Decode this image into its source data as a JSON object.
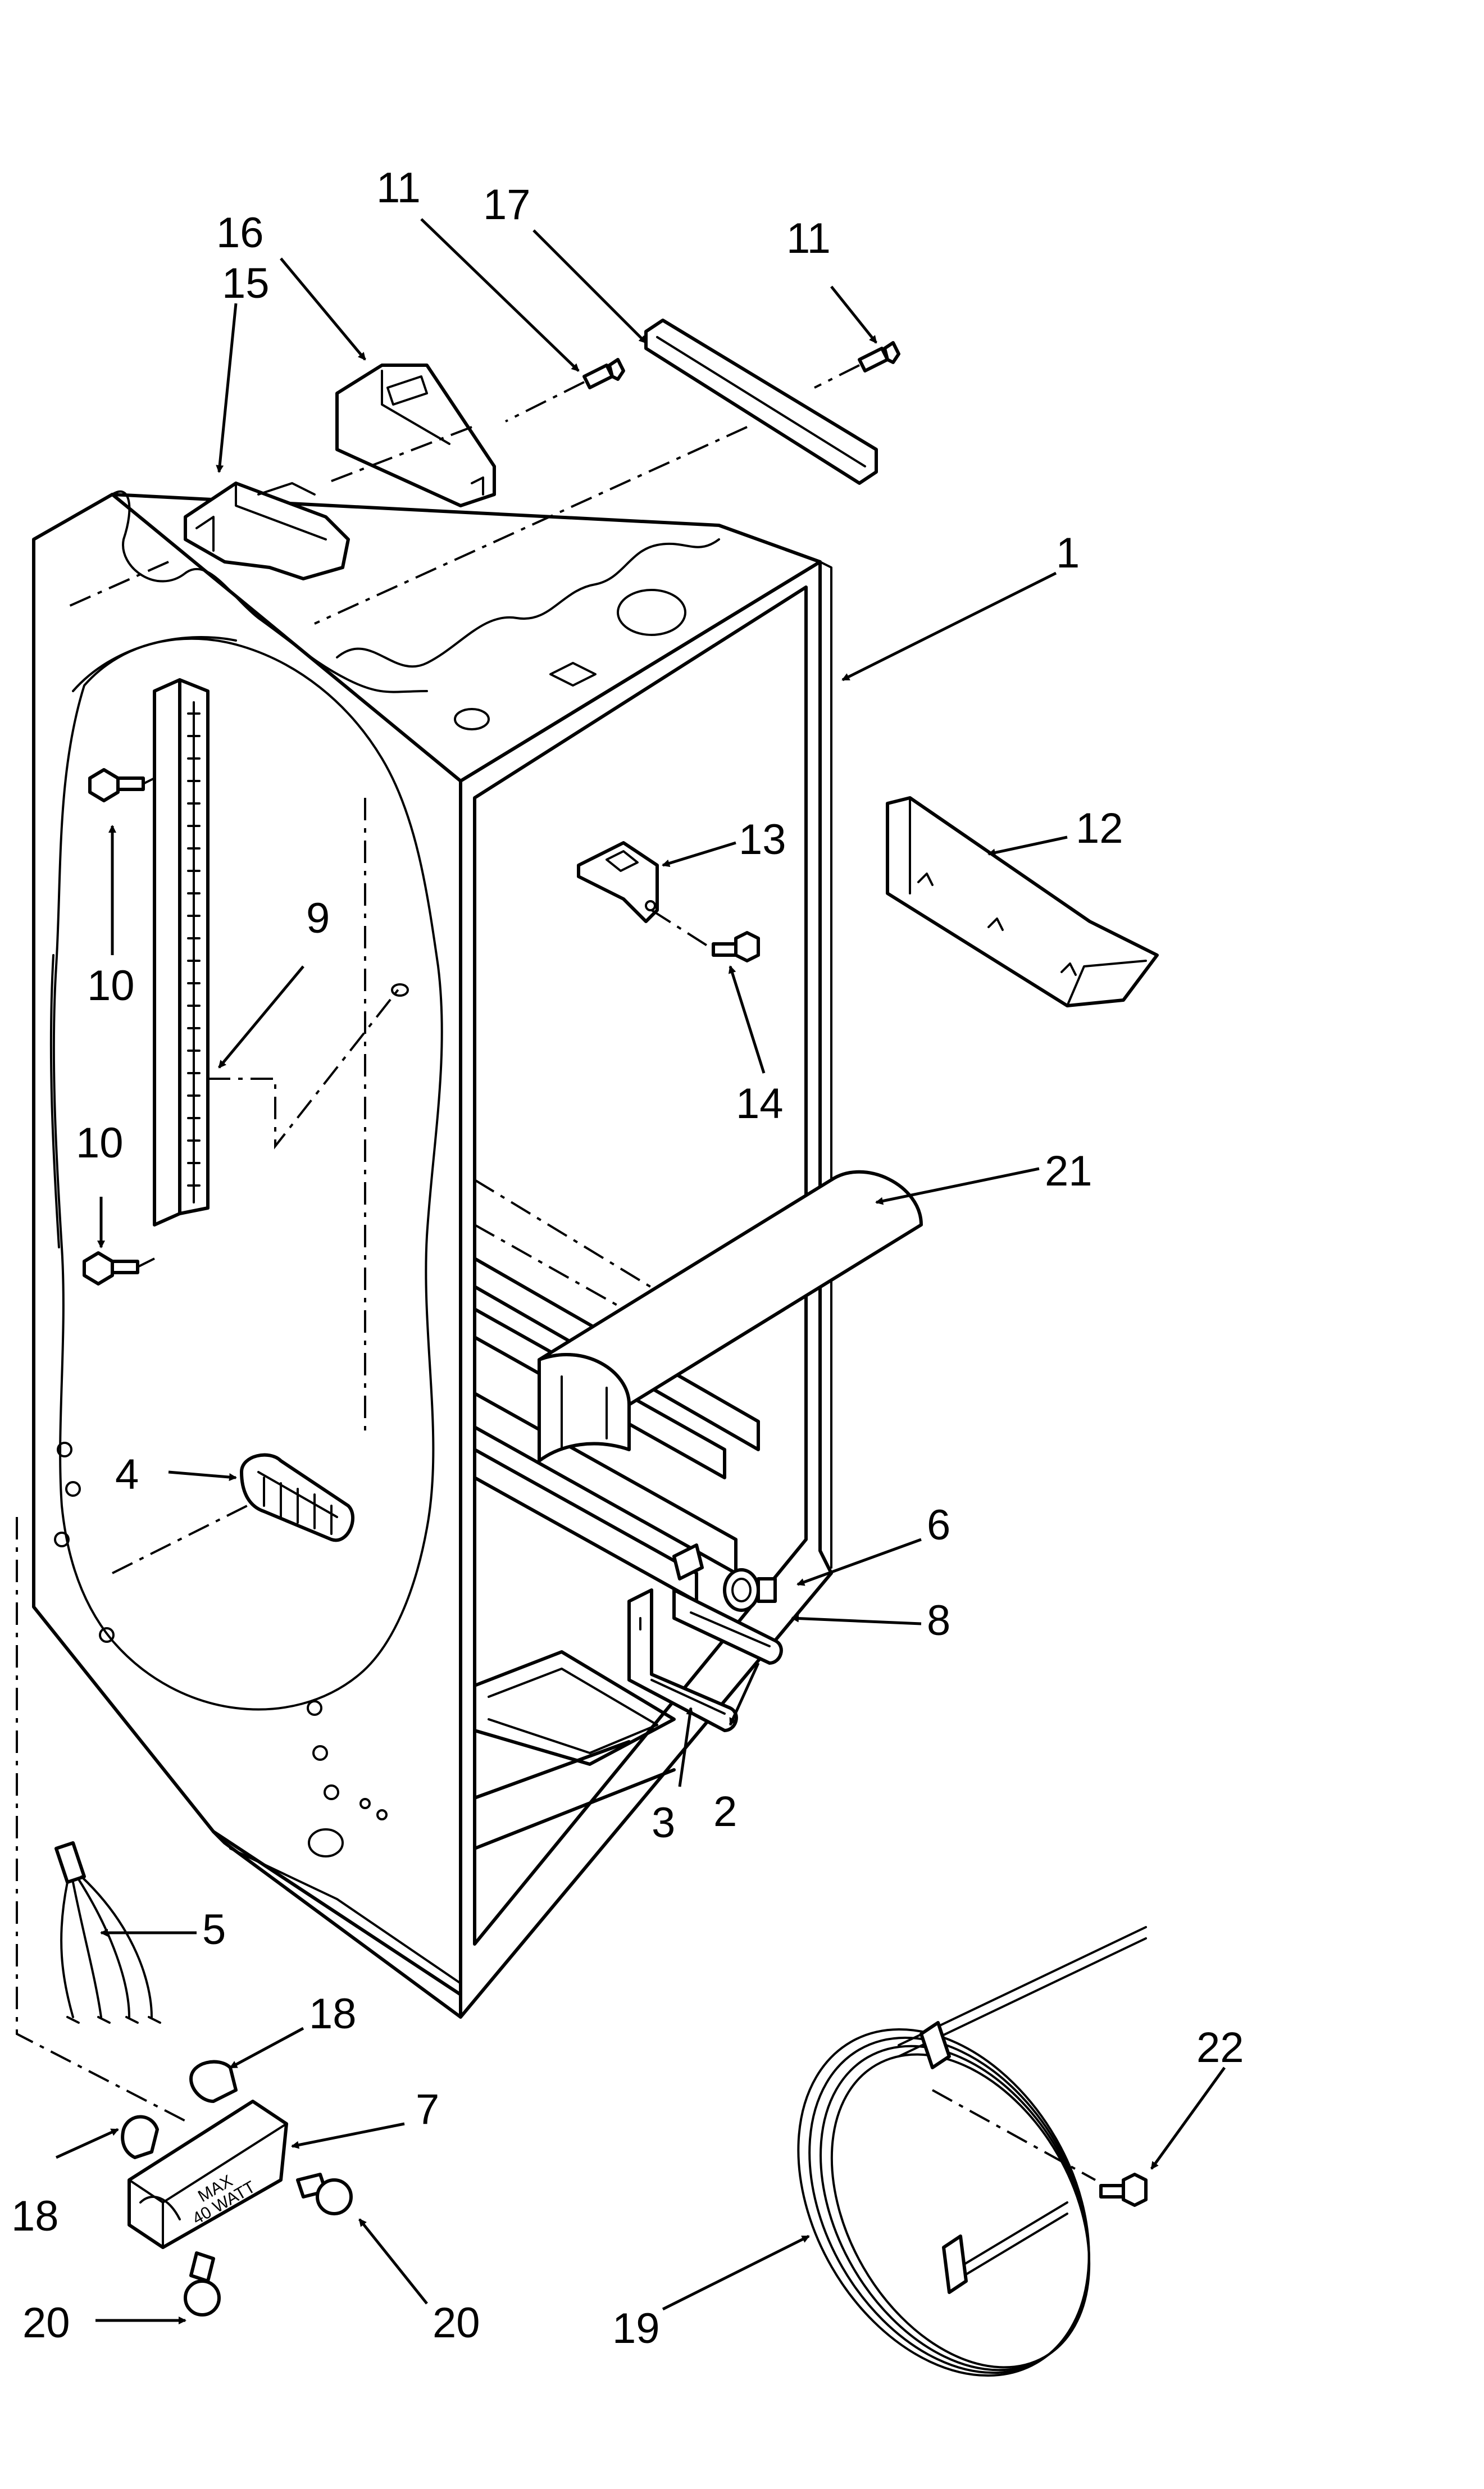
{
  "diagram": {
    "callouts": [
      {
        "id": "c1",
        "text": "1"
      },
      {
        "id": "c2",
        "text": "2"
      },
      {
        "id": "c3",
        "text": "3"
      },
      {
        "id": "c4",
        "text": "4"
      },
      {
        "id": "c5",
        "text": "5"
      },
      {
        "id": "c6",
        "text": "6"
      },
      {
        "id": "c7",
        "text": "7"
      },
      {
        "id": "c8",
        "text": "8"
      },
      {
        "id": "c9",
        "text": "9"
      },
      {
        "id": "c10a",
        "text": "10"
      },
      {
        "id": "c10b",
        "text": "10"
      },
      {
        "id": "c11a",
        "text": "11"
      },
      {
        "id": "c11b",
        "text": "11"
      },
      {
        "id": "c12",
        "text": "12"
      },
      {
        "id": "c13",
        "text": "13"
      },
      {
        "id": "c14",
        "text": "14"
      },
      {
        "id": "c15",
        "text": "15"
      },
      {
        "id": "c16",
        "text": "16"
      },
      {
        "id": "c17",
        "text": "17"
      },
      {
        "id": "c18a",
        "text": "18"
      },
      {
        "id": "c18b",
        "text": "18"
      },
      {
        "id": "c19",
        "text": "19"
      },
      {
        "id": "c20a",
        "text": "20"
      },
      {
        "id": "c20b",
        "text": "20"
      },
      {
        "id": "c21",
        "text": "21"
      },
      {
        "id": "c22",
        "text": "22"
      }
    ],
    "light_housing_label_line1": "MAX",
    "light_housing_label_line2": "40 WATT"
  }
}
